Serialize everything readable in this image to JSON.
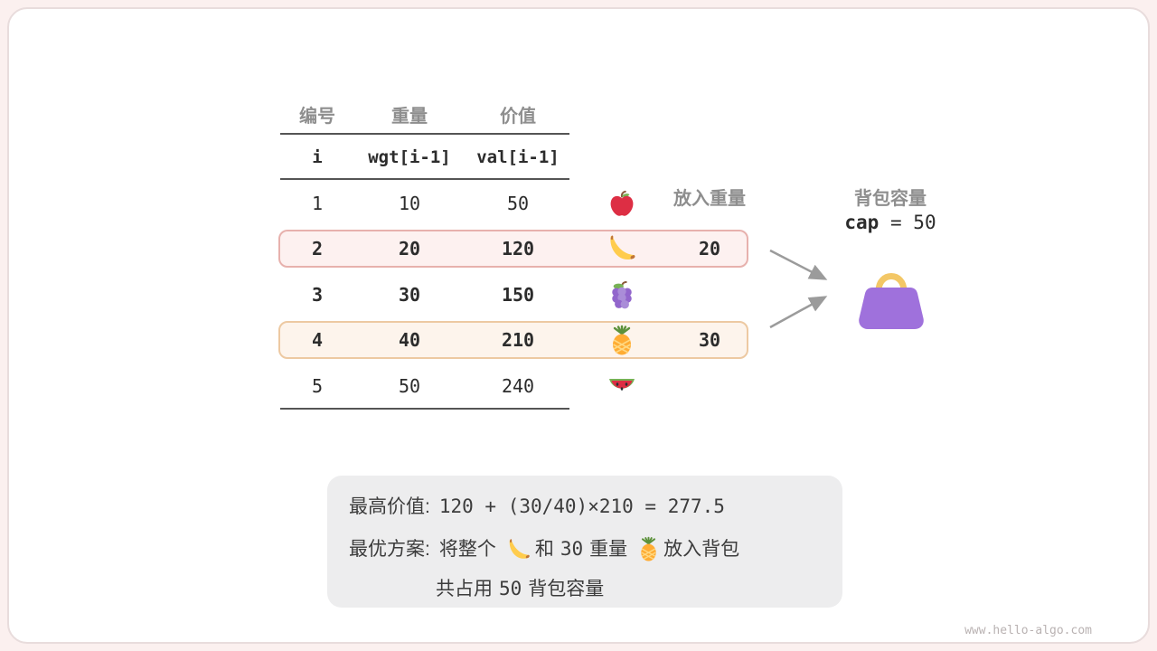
{
  "table": {
    "headers_cn": [
      "编号",
      "重量",
      "价值"
    ],
    "headers_code": [
      "i",
      "wgt[i-1]",
      "val[i-1]"
    ],
    "put_weight_header": "放入重量",
    "rows": [
      {
        "i": "1",
        "wgt": "10",
        "val": "50",
        "put": "",
        "icon": "apple-icon"
      },
      {
        "i": "2",
        "wgt": "20",
        "val": "120",
        "put": "20",
        "icon": "banana-icon"
      },
      {
        "i": "3",
        "wgt": "30",
        "val": "150",
        "put": "",
        "icon": "grapes-icon"
      },
      {
        "i": "4",
        "wgt": "40",
        "val": "210",
        "put": "30",
        "icon": "pineapple-icon"
      },
      {
        "i": "5",
        "wgt": "50",
        "val": "240",
        "put": "",
        "icon": "watermelon-icon"
      }
    ]
  },
  "knapsack": {
    "capacity_label": "背包容量",
    "cap_var": "cap",
    "cap_op": "=",
    "cap_value": "50",
    "bag_icon": "handbag-icon"
  },
  "summary": {
    "line1_label": "最高价值:",
    "line1_value": "120 + (30/40)×210 = 277.5",
    "line2_label": "最优方案:",
    "line2_seg1": "将整个",
    "line2_seg2": "和",
    "line2_num": "30",
    "line2_seg3": "重量",
    "line2_seg4": "放入背包",
    "line3_seg1": "共占用",
    "line3_num": "50",
    "line3_seg2": "背包容量"
  },
  "footer": {
    "watermark": "www.hello-algo.com"
  },
  "colors": {
    "page_bg": "#fbf0ef",
    "card_bg": "#ffffff",
    "card_border": "#e8dcdc",
    "table_line": "#555555",
    "muted_label": "#8e8e8e",
    "text_main": "#2c2c2c",
    "hl_red_bg": "#fdf1f0",
    "hl_red_border": "#e7b1ad",
    "hl_orange_bg": "#fdf4ec",
    "hl_orange_border": "#edc9a2",
    "summary_bg": "#ededee",
    "arrow": "#9b9b9b",
    "bag_body": "#9f71dc",
    "bag_handle": "#f3c766",
    "watermark": "#b9b2b2"
  }
}
